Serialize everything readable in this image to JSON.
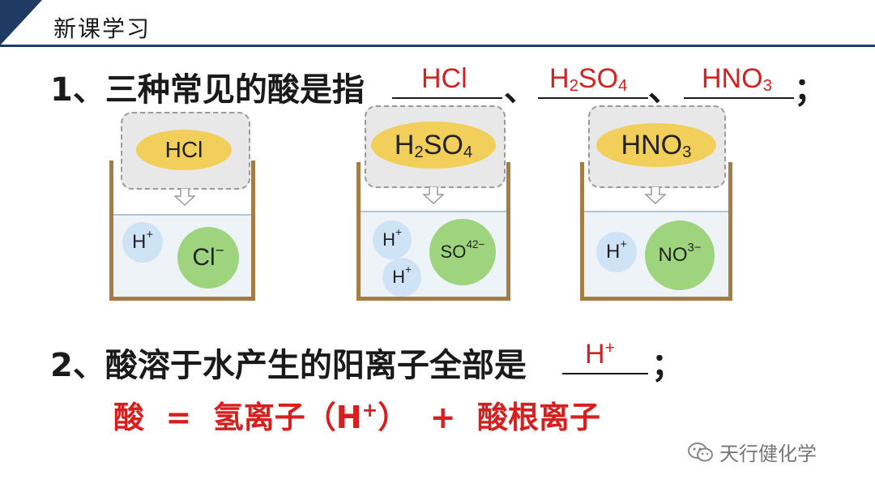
{
  "header": {
    "title": "新课学习"
  },
  "q1": {
    "prefix": "1、三种常见的酸是指",
    "sep1": "、",
    "sep2": "、",
    "end": "；",
    "answers": [
      "HCl",
      "H2SO4",
      "HNO3"
    ]
  },
  "beakers": [
    {
      "formula": "HCl",
      "ions": [
        {
          "label": "H+",
          "kind": "cation"
        },
        {
          "label": "Cl−",
          "kind": "anion"
        }
      ]
    },
    {
      "formula": "H2SO4",
      "ions": [
        {
          "label": "H+",
          "kind": "cation"
        },
        {
          "label": "H+",
          "kind": "cation"
        },
        {
          "label": "SO42−",
          "kind": "anion"
        }
      ]
    },
    {
      "formula": "HNO3",
      "ions": [
        {
          "label": "H+",
          "kind": "cation"
        },
        {
          "label": "NO3−",
          "kind": "anion"
        }
      ]
    }
  ],
  "q2": {
    "prefix": "2、酸溶于水产生的阳离子全部是",
    "answer": "H+",
    "end": "；"
  },
  "equation": {
    "text": "酸 = 氢离子（H+） + 酸根离子"
  },
  "watermark": {
    "icon": "wechat-icon",
    "text": "天行健化学"
  },
  "colors": {
    "accent": "#1f3a63",
    "answer": "#d61f1f",
    "tag_fill": "#f2cf5b",
    "cation": "#cfe3f7",
    "anion": "#9fd47e"
  }
}
